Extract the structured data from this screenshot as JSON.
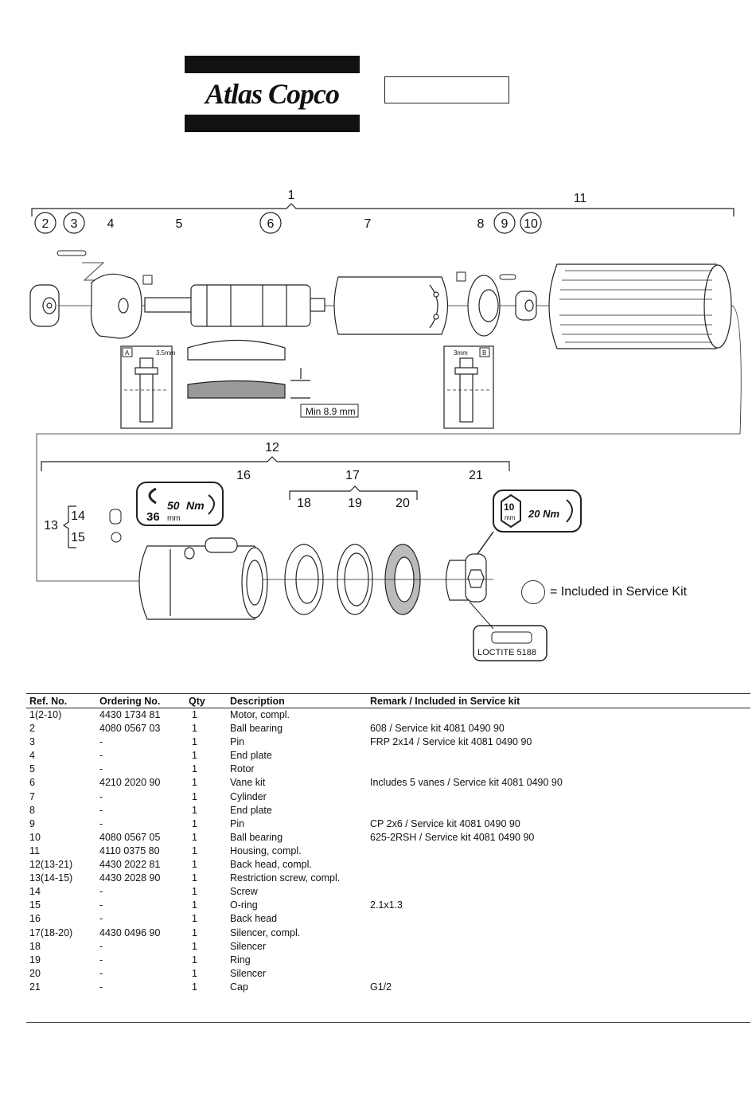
{
  "header": {
    "brand": "Atlas Copco"
  },
  "diagram": {
    "callouts": {
      "group_motor": "1",
      "group_backhead": "12",
      "group_restriction": "13",
      "group_silencer": "17",
      "p2": "2",
      "p3": "3",
      "p4": "4",
      "p5": "5",
      "p6": "6",
      "p7": "7",
      "p8": "8",
      "p9": "9",
      "p10": "10",
      "p11": "11",
      "p14": "14",
      "p15": "15",
      "p16": "16",
      "p18": "18",
      "p19": "19",
      "p20": "20",
      "p21": "21"
    },
    "detail_a": {
      "tag": "A",
      "dim": "3.5mm"
    },
    "detail_b": {
      "tag": "B",
      "dim": "3mm"
    },
    "vane_min": "Min 8.9 mm",
    "wrench_36": {
      "torque_value": "50",
      "torque_unit": "Nm",
      "size_value": "36",
      "size_unit": "mm"
    },
    "hex_10": {
      "size_value": "10",
      "size_unit": "mm",
      "torque": "20 Nm"
    },
    "loctite": "LOCTITE 5188",
    "legend": "= Included in Service Kit"
  },
  "table": {
    "headers": [
      "Ref. No.",
      "Ordering No.",
      "Qty",
      "Description",
      "Remark / Included in Service kit"
    ],
    "rows": [
      [
        "1(2-10)",
        "4430 1734 81",
        "1",
        "Motor, compl.",
        ""
      ],
      [
        "2",
        "4080 0567 03",
        "1",
        "Ball bearing",
        "608 / Service kit 4081 0490 90"
      ],
      [
        "3",
        "-",
        "1",
        "Pin",
        "FRP 2x14 / Service kit 4081 0490 90"
      ],
      [
        "4",
        "-",
        "1",
        "End plate",
        ""
      ],
      [
        "5",
        "-",
        "1",
        "Rotor",
        ""
      ],
      [
        "6",
        "4210 2020 90",
        "1",
        "Vane kit",
        "Includes 5 vanes / Service kit 4081 0490 90"
      ],
      [
        "7",
        "-",
        "1",
        "Cylinder",
        ""
      ],
      [
        "8",
        "-",
        "1",
        "End plate",
        ""
      ],
      [
        "9",
        "-",
        "1",
        "Pin",
        "CP 2x6 / Service kit 4081 0490 90"
      ],
      [
        "10",
        "4080 0567 05",
        "1",
        "Ball bearing",
        "625-2RSH / Service kit 4081 0490 90"
      ],
      [
        "11",
        "4110 0375 80",
        "1",
        "Housing, compl.",
        ""
      ],
      [
        "12(13-21)",
        "4430 2022 81",
        "1",
        "Back head, compl.",
        ""
      ],
      [
        "13(14-15)",
        "4430 2028 90",
        "1",
        "Restriction screw, compl.",
        ""
      ],
      [
        "14",
        "-",
        "1",
        "Screw",
        ""
      ],
      [
        "15",
        "-",
        "1",
        "O-ring",
        "2.1x1.3"
      ],
      [
        "16",
        "-",
        "1",
        "Back head",
        ""
      ],
      [
        "17(18-20)",
        "4430 0496 90",
        "1",
        "Silencer, compl.",
        ""
      ],
      [
        "18",
        "-",
        "1",
        "Silencer",
        ""
      ],
      [
        "19",
        "-",
        "1",
        "Ring",
        ""
      ],
      [
        "20",
        "-",
        "1",
        "Silencer",
        ""
      ],
      [
        "21",
        "-",
        "1",
        "Cap",
        "G1/2"
      ]
    ]
  }
}
